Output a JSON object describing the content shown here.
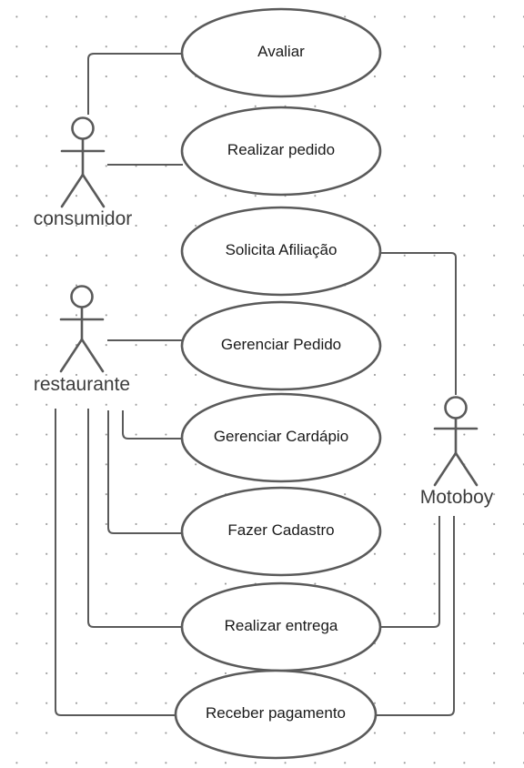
{
  "diagram": {
    "actors": {
      "consumidor": "consumidor",
      "restaurante": "restaurante",
      "motoboy": "Motoboy"
    },
    "use_cases": {
      "avaliar": "Avaliar",
      "realizar_pedido": "Realizar pedido",
      "solicita_afiliacao": "Solicita Afiliação",
      "gerenciar_pedido": "Gerenciar Pedido",
      "gerenciar_cardapio": "Gerenciar Cardápio",
      "fazer_cadastro": "Fazer Cadastro",
      "realizar_entrega": "Realizar entrega",
      "receber_pagamento": "Receber pagamento"
    }
  }
}
